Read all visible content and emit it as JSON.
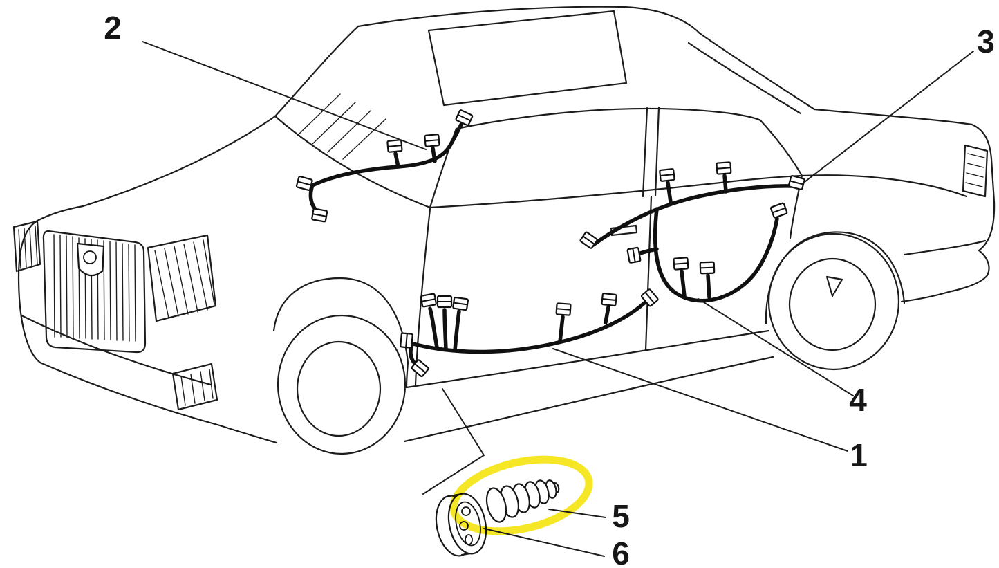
{
  "diagram": {
    "callouts": [
      {
        "label": "1"
      },
      {
        "label": "2"
      },
      {
        "label": "3"
      },
      {
        "label": "4"
      },
      {
        "label": "5"
      },
      {
        "label": "6"
      }
    ],
    "colors": {
      "line": "#1c1c1c",
      "highlight": "#f5e300",
      "background": "#ffffff"
    }
  }
}
